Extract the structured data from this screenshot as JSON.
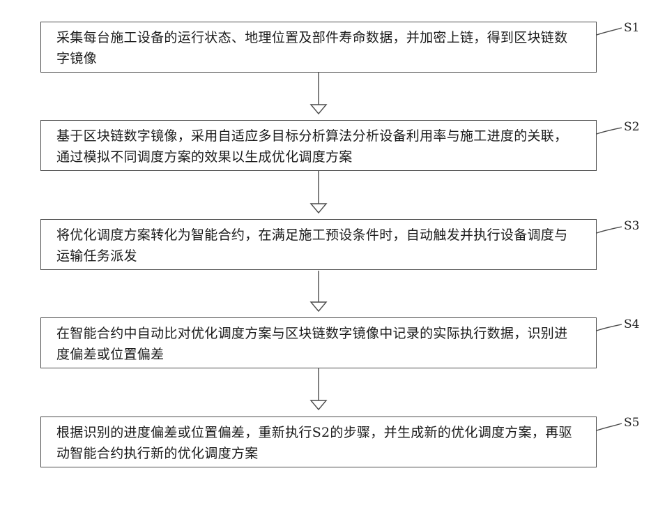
{
  "steps": [
    {
      "id": "S1",
      "text": "采集每台施工设备的运行状态、地理位置及部件寿命数据，并加密上链，得到区块链数字镜像"
    },
    {
      "id": "S2",
      "text": "基于区块链数字镜像，采用自适应多目标分析算法分析设备利用率与施工进度的关联，通过模拟不同调度方案的效果以生成优化调度方案"
    },
    {
      "id": "S3",
      "text": "将优化调度方案转化为智能合约，在满足施工预设条件时，自动触发并执行设备调度与运输任务派发"
    },
    {
      "id": "S4",
      "text": "在智能合约中自动比对优化调度方案与区块链数字镜像中记录的实际执行数据，识别进度偏差或位置偏差"
    },
    {
      "id": "S5",
      "text": "根据识别的进度偏差或位置偏差，重新执行S2的步骤，并生成新的优化调度方案，再驱动智能合约执行新的优化调度方案"
    }
  ]
}
